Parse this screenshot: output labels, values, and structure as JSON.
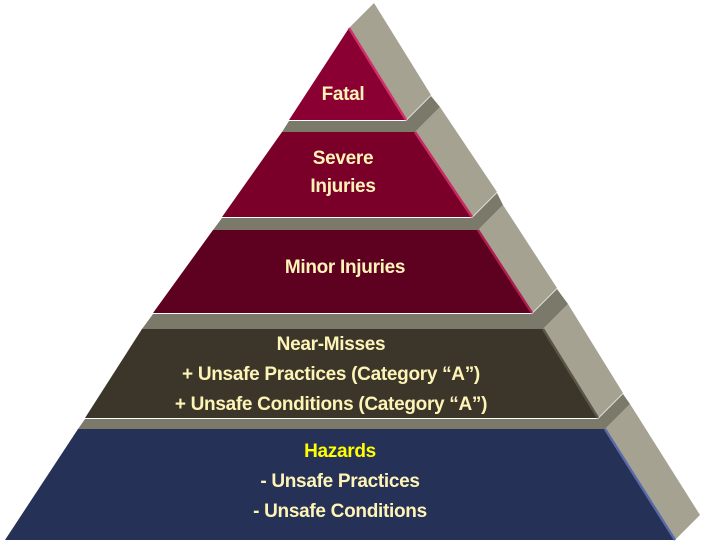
{
  "colors": {
    "side": "#a5a291",
    "ledge": "#7b7969",
    "text": "#fff4b8",
    "highlight": "#ffff00"
  },
  "tiers": [
    {
      "name": "fatal",
      "lines": [
        "Fatal"
      ],
      "color": "#8b0032",
      "edge": "#d0306a"
    },
    {
      "name": "severe-injuries",
      "lines": [
        "Severe",
        "Injuries"
      ],
      "color": "#7a002a",
      "edge": "#c82a62"
    },
    {
      "name": "minor-injuries",
      "lines": [
        "Minor Injuries"
      ],
      "color": "#5e0020",
      "edge": "#b01e50"
    },
    {
      "name": "near-misses",
      "lines": [
        "Near-Misses",
        "+  Unsafe Practices (Category “A”)",
        "+ Unsafe Conditions (Category “A”)"
      ],
      "color": "#3b3629",
      "edge": "#5a5645"
    },
    {
      "name": "hazards",
      "lines": [
        "Hazards",
        "-  Unsafe Practices",
        "- Unsafe Conditions"
      ],
      "color": "#263157",
      "edge": "#5a6aa8"
    }
  ]
}
